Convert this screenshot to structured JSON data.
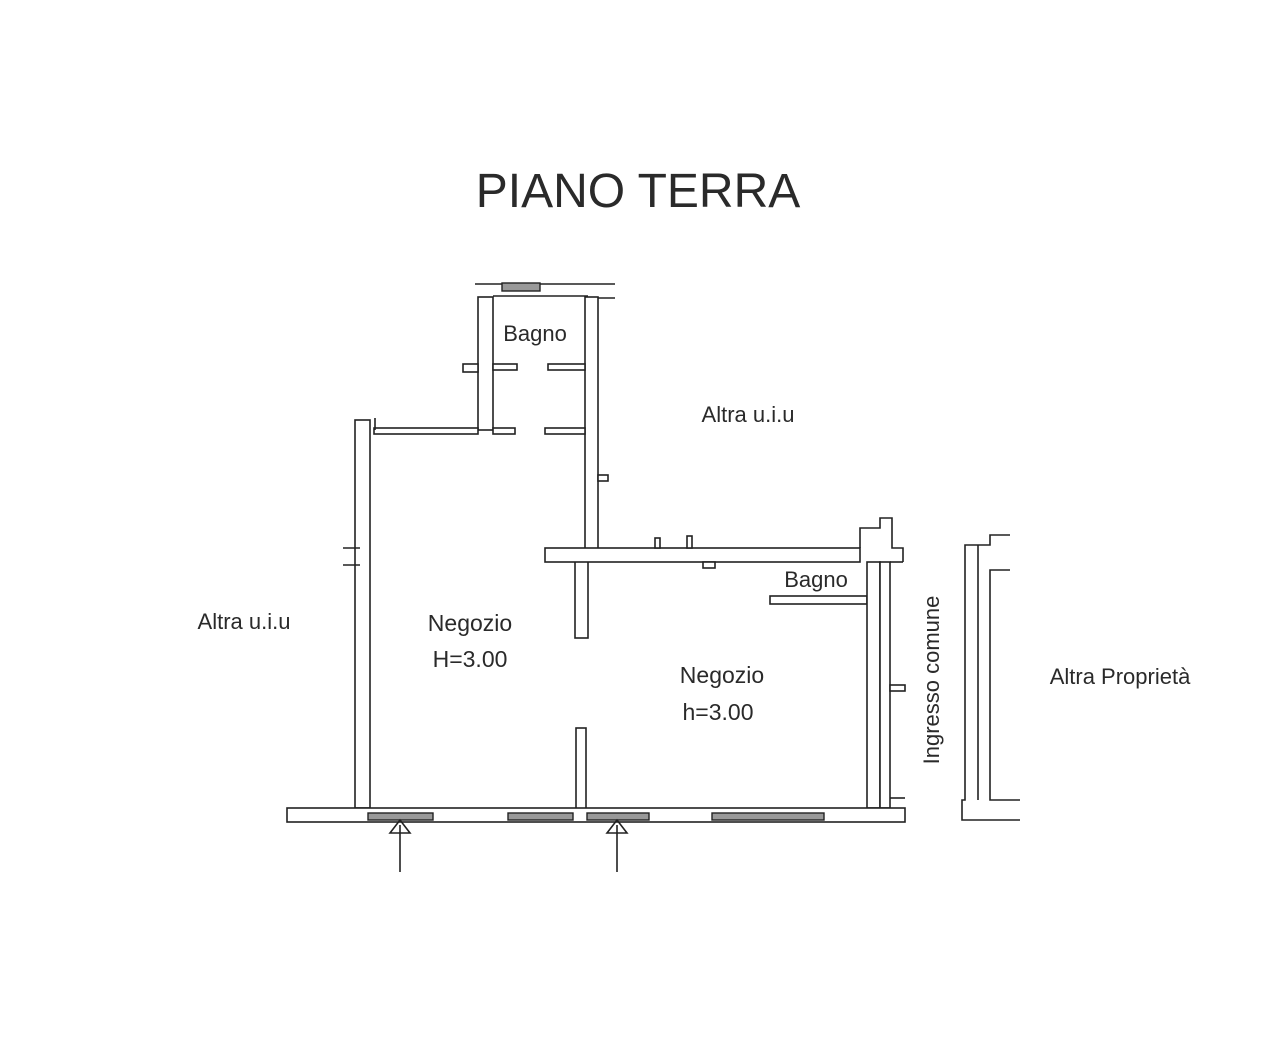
{
  "title": "PIANO TERRA",
  "rooms": {
    "bagno_top": "Bagno",
    "bagno_right": "Bagno",
    "negozio_left_name": "Negozio",
    "negozio_left_height": "H=3.00",
    "negozio_right_name": "Negozio",
    "negozio_right_height": "h=3.00"
  },
  "labels": {
    "altra_uiu_top": "Altra u.i.u",
    "altra_uiu_left": "Altra u.i.u",
    "ingresso_comune": "Ingresso comune",
    "altra_proprieta": "Altra Proprietà"
  },
  "colors": {
    "ink": "#222222",
    "background": "#ffffff"
  }
}
